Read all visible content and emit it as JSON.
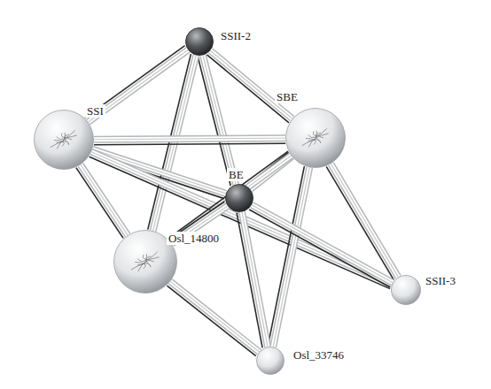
{
  "diagram": {
    "nodes": [
      {
        "text": [
          "SSII-2"
        ]
      },
      {
        "text": [
          "SSI"
        ]
      },
      {
        "text": [
          "SBE"
        ]
      },
      {
        "text": [
          "BE"
        ]
      },
      {
        "text": [
          "Osl_14800"
        ]
      },
      {
        "text": [
          "SSII-3"
        ]
      },
      {
        "text": [
          "Osl_33746"
        ]
      }
    ],
    "edges": [
      {
        "from": 0,
        "to": 1,
        "arrow": "none"
      },
      {
        "from": 0,
        "to": 2,
        "arrow": "none"
      },
      {
        "from": 0,
        "to": 3,
        "arrow": "none"
      },
      {
        "from": 0,
        "to": 4,
        "arrow": "none"
      },
      {
        "from": 1,
        "to": 2,
        "arrow": "none"
      },
      {
        "from": 1,
        "to": 3,
        "arrow": "none"
      },
      {
        "from": 1,
        "to": 4,
        "arrow": "none"
      },
      {
        "from": 1,
        "to": 5,
        "arrow": "none"
      },
      {
        "from": 2,
        "to": 3,
        "arrow": "none"
      },
      {
        "from": 2,
        "to": 4,
        "arrow": "none"
      },
      {
        "from": 2,
        "to": 5,
        "arrow": "none"
      },
      {
        "from": 2,
        "to": 6,
        "arrow": "none"
      },
      {
        "from": 3,
        "to": 4,
        "arrow": "none"
      },
      {
        "from": 3,
        "to": 6,
        "arrow": "none"
      },
      {
        "from": 3,
        "to": 5,
        "arrow": "none"
      },
      {
        "from": 4,
        "to": 6,
        "arrow": "none"
      }
    ]
  }
}
